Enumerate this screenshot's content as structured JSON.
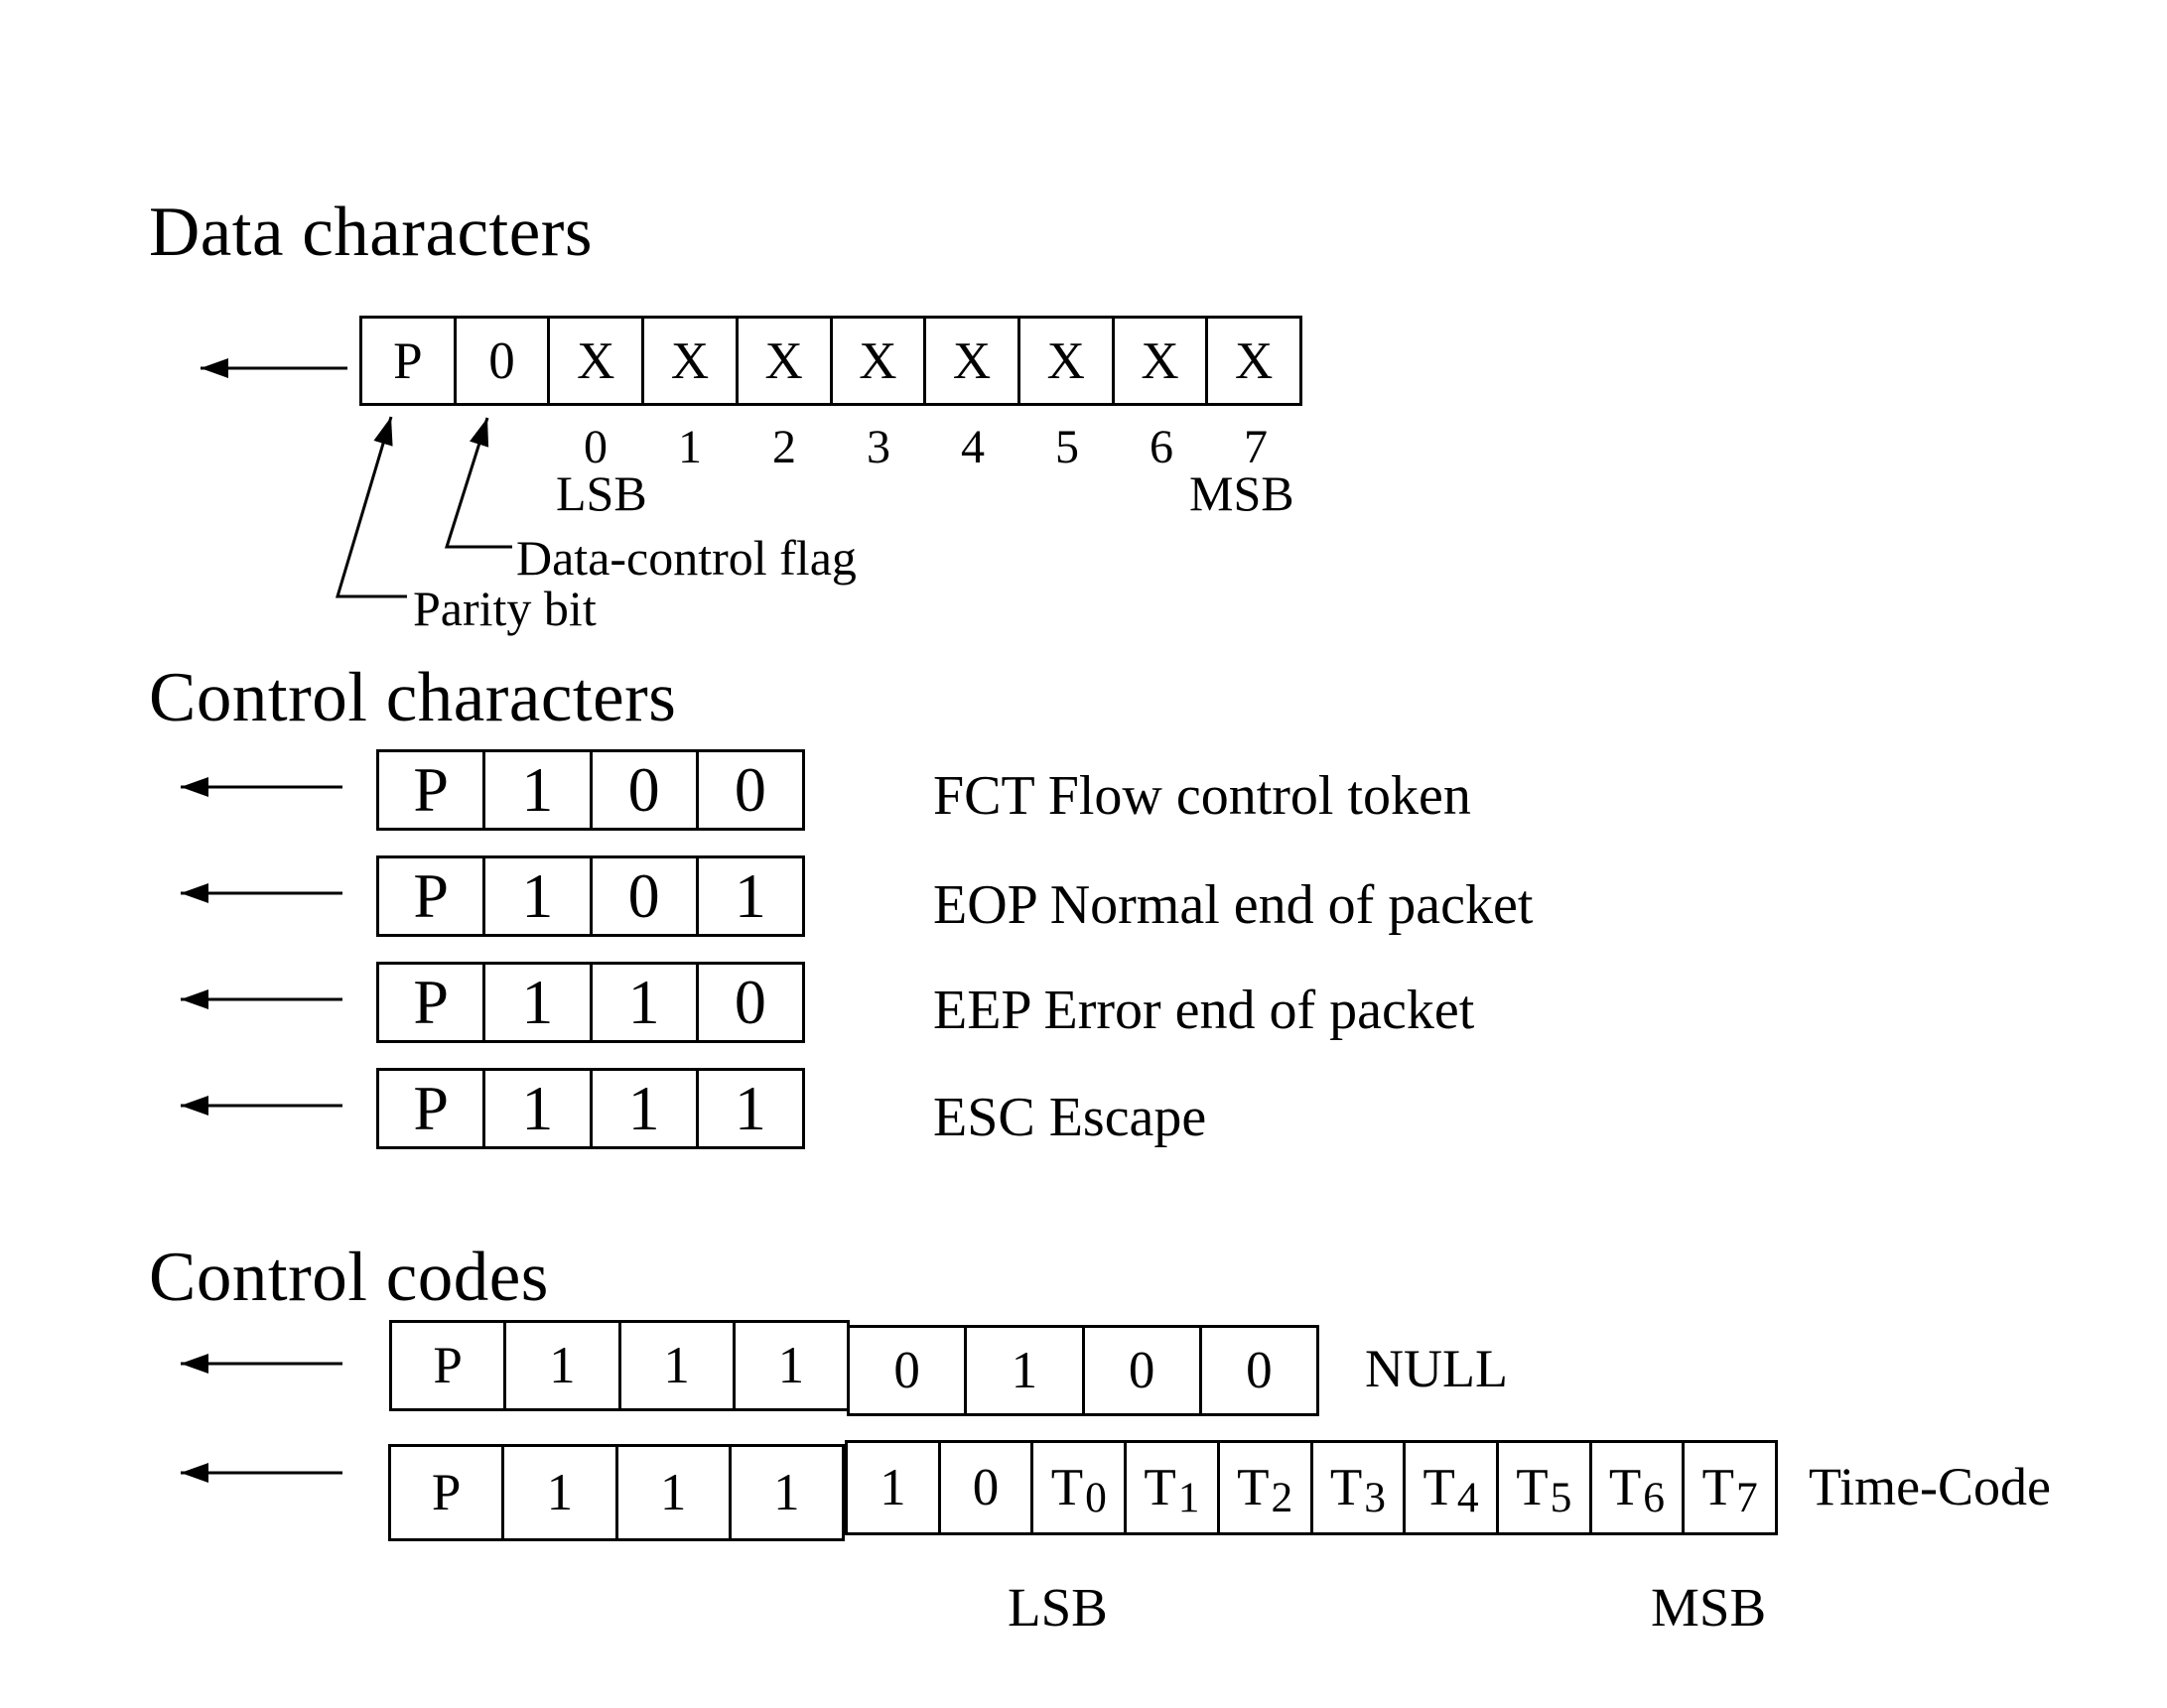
{
  "data_characters": {
    "title": "Data characters",
    "cells": [
      "P",
      "0",
      "X",
      "X",
      "X",
      "X",
      "X",
      "X",
      "X",
      "X"
    ],
    "bit_numbers": [
      "0",
      "1",
      "2",
      "3",
      "4",
      "5",
      "6",
      "7"
    ],
    "lsb_label": "LSB",
    "msb_label": "MSB",
    "data_control_flag_label": "Data-control flag",
    "parity_bit_label": "Parity bit"
  },
  "control_characters": {
    "title": "Control characters",
    "rows": [
      {
        "cells": [
          "P",
          "1",
          "0",
          "0"
        ],
        "label": "FCT Flow control token"
      },
      {
        "cells": [
          "P",
          "1",
          "0",
          "1"
        ],
        "label": "EOP Normal end of packet"
      },
      {
        "cells": [
          "P",
          "1",
          "1",
          "0"
        ],
        "label": "EEP Error end of packet"
      },
      {
        "cells": [
          "P",
          "1",
          "1",
          "1"
        ],
        "label": "ESC Escape"
      }
    ]
  },
  "control_codes": {
    "title": "Control codes",
    "null_row": {
      "cells": [
        "P",
        "1",
        "1",
        "1",
        "0",
        "1",
        "0",
        "0"
      ],
      "label": "NULL"
    },
    "time_code_row": {
      "cells_main": [
        "P",
        "1",
        "1",
        "1",
        "1",
        "0"
      ],
      "cells_time": [
        {
          "base": "T",
          "sub": "0"
        },
        {
          "base": "T",
          "sub": "1"
        },
        {
          "base": "T",
          "sub": "2"
        },
        {
          "base": "T",
          "sub": "3"
        },
        {
          "base": "T",
          "sub": "4"
        },
        {
          "base": "T",
          "sub": "5"
        },
        {
          "base": "T",
          "sub": "6"
        },
        {
          "base": "T",
          "sub": "7"
        }
      ],
      "label": "Time-Code"
    },
    "lsb_label": "LSB",
    "msb_label": "MSB"
  },
  "colors": {
    "ink": "#000000",
    "background": "#ffffff"
  }
}
